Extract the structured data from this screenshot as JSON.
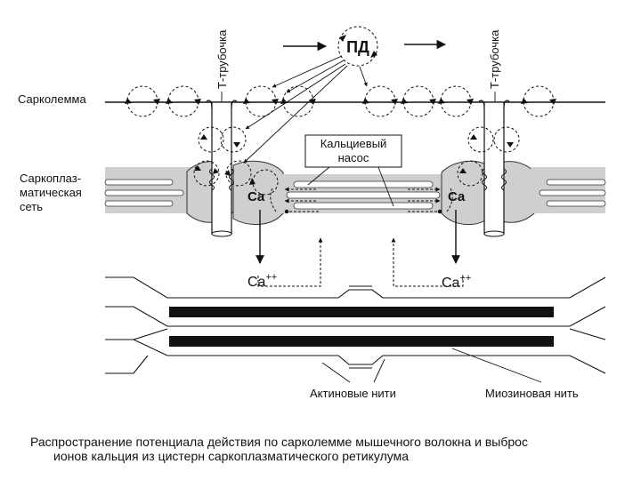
{
  "labels": {
    "sarcolemma": "Сарколемма",
    "sr_line1": "Саркоплаз-",
    "sr_line2": "матическая",
    "sr_line3": "сеть",
    "t_tubule": "Т-трубочка",
    "ap": "ПД",
    "pump_line1": "Кальциевый",
    "pump_line2": "насос",
    "ca": "Ca",
    "ca_ion": "Ca",
    "ca_charge": "++",
    "actin": "Актиновые нити",
    "myosin": "Миозиновая нить"
  },
  "caption": {
    "line1": "Распространение потенциала действия по сарколемме мышечного волокна и выброс",
    "line2": "ионов кальция из цистерн саркоплазматического ретикулума"
  }
}
